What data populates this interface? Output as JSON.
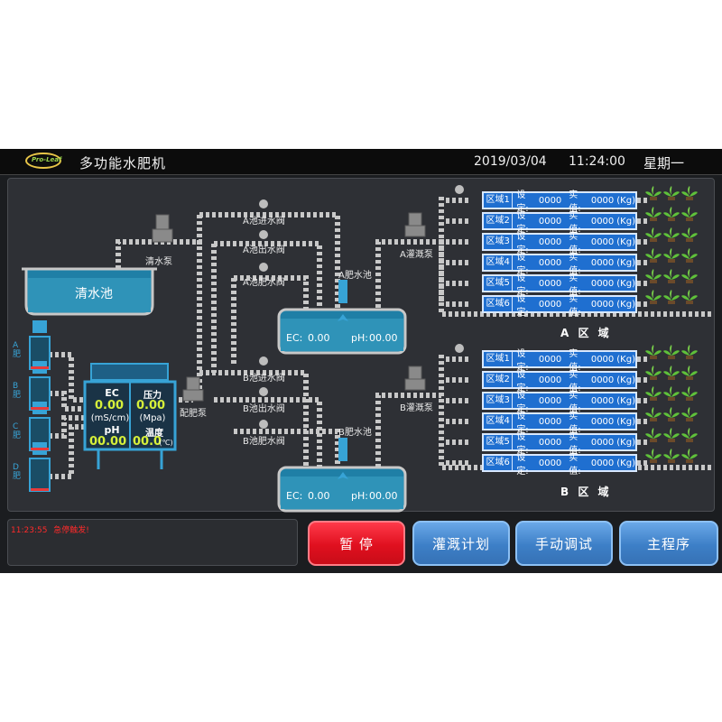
{
  "titlebar": {
    "logo_text": "Pro-Leaf",
    "title": "多功能水肥机",
    "date": "2019/03/04",
    "time": "11:24:00",
    "weekday": "星期一"
  },
  "clear_pool": {
    "label": "清水池",
    "pump_label": "清水泵"
  },
  "fertilizer_tanks": [
    {
      "letter": "A",
      "label": "肥"
    },
    {
      "letter": "B",
      "label": "肥"
    },
    {
      "letter": "C",
      "label": "肥"
    },
    {
      "letter": "D",
      "label": "肥"
    }
  ],
  "controller": {
    "ec_label": "EC",
    "ec_value": "0.00",
    "ec_unit": "(mS/cm)",
    "pressure_label": "压力",
    "pressure_value": "0.00",
    "pressure_unit": "(Mpa)",
    "ph_label": "pH",
    "ph_value": "00.00",
    "temp_label": "温度",
    "temp_value": "00.0",
    "temp_unit": "(℃)",
    "pump_label": "配肥泵"
  },
  "section_a": {
    "valve_in": "A池进水阀",
    "valve_out": "A池出水阀",
    "valve_fert": "A池肥水阀",
    "pool_label": "A肥水池",
    "pump_label": "A灌溉泵",
    "ec_label": "EC:",
    "ec_value": "0.00",
    "ph_label": "pH:",
    "ph_value": "00.00",
    "area_label": "A 区 域",
    "zones": [
      {
        "name": "区域1",
        "set_label": "设定:",
        "set_value": "0000",
        "actual_label": "实值:",
        "actual_value": "0000",
        "unit": "(Kg)"
      },
      {
        "name": "区域2",
        "set_label": "设定:",
        "set_value": "0000",
        "actual_label": "实值:",
        "actual_value": "0000",
        "unit": "(Kg)"
      },
      {
        "name": "区域3",
        "set_label": "设定:",
        "set_value": "0000",
        "actual_label": "实值:",
        "actual_value": "0000",
        "unit": "(Kg)"
      },
      {
        "name": "区域4",
        "set_label": "设定:",
        "set_value": "0000",
        "actual_label": "实值:",
        "actual_value": "0000",
        "unit": "(Kg)"
      },
      {
        "name": "区域5",
        "set_label": "设定:",
        "set_value": "0000",
        "actual_label": "实值:",
        "actual_value": "0000",
        "unit": "(Kg)"
      },
      {
        "name": "区域6",
        "set_label": "设定:",
        "set_value": "0000",
        "actual_label": "实值:",
        "actual_value": "0000",
        "unit": "(Kg)"
      }
    ]
  },
  "section_b": {
    "valve_in": "B池进水阀",
    "valve_out": "B池出水阀",
    "valve_fert": "B池肥水阀",
    "pool_label": "B肥水池",
    "pump_label": "B灌溉泵",
    "ec_label": "EC:",
    "ec_value": "0.00",
    "ph_label": "pH:",
    "ph_value": "00.00",
    "area_label": "B 区 域",
    "zones": [
      {
        "name": "区域1",
        "set_label": "设定:",
        "set_value": "0000",
        "actual_label": "实值:",
        "actual_value": "0000",
        "unit": "(Kg)"
      },
      {
        "name": "区域2",
        "set_label": "设定:",
        "set_value": "0000",
        "actual_label": "实值:",
        "actual_value": "0000",
        "unit": "(Kg)"
      },
      {
        "name": "区域3",
        "set_label": "设定:",
        "set_value": "0000",
        "actual_label": "实值:",
        "actual_value": "0000",
        "unit": "(Kg)"
      },
      {
        "name": "区域4",
        "set_label": "设定:",
        "set_value": "0000",
        "actual_label": "实值:",
        "actual_value": "0000",
        "unit": "(Kg)"
      },
      {
        "name": "区域5",
        "set_label": "设定:",
        "set_value": "0000",
        "actual_label": "实值:",
        "actual_value": "0000",
        "unit": "(Kg)"
      },
      {
        "name": "区域6",
        "set_label": "设定:",
        "set_value": "0000",
        "actual_label": "实值:",
        "actual_value": "0000",
        "unit": "(Kg)"
      }
    ]
  },
  "alarm": {
    "time": "11:23:55",
    "message": "急停触发!",
    "color": "#ff2a2a"
  },
  "buttons": {
    "pause": "暂 停",
    "irrigation_plan": "灌溉计划",
    "manual_debug": "手动调试",
    "main_program": "主程序"
  },
  "colors": {
    "pipe": "#c8c8c8",
    "pool_water": "#1f7fa6",
    "zone_fill": "#1f6fd0",
    "pause_button": "#e0101f",
    "nav_button": "#4a8ad0",
    "value_text": "#d6f03a",
    "plant": "#5fc13a"
  }
}
